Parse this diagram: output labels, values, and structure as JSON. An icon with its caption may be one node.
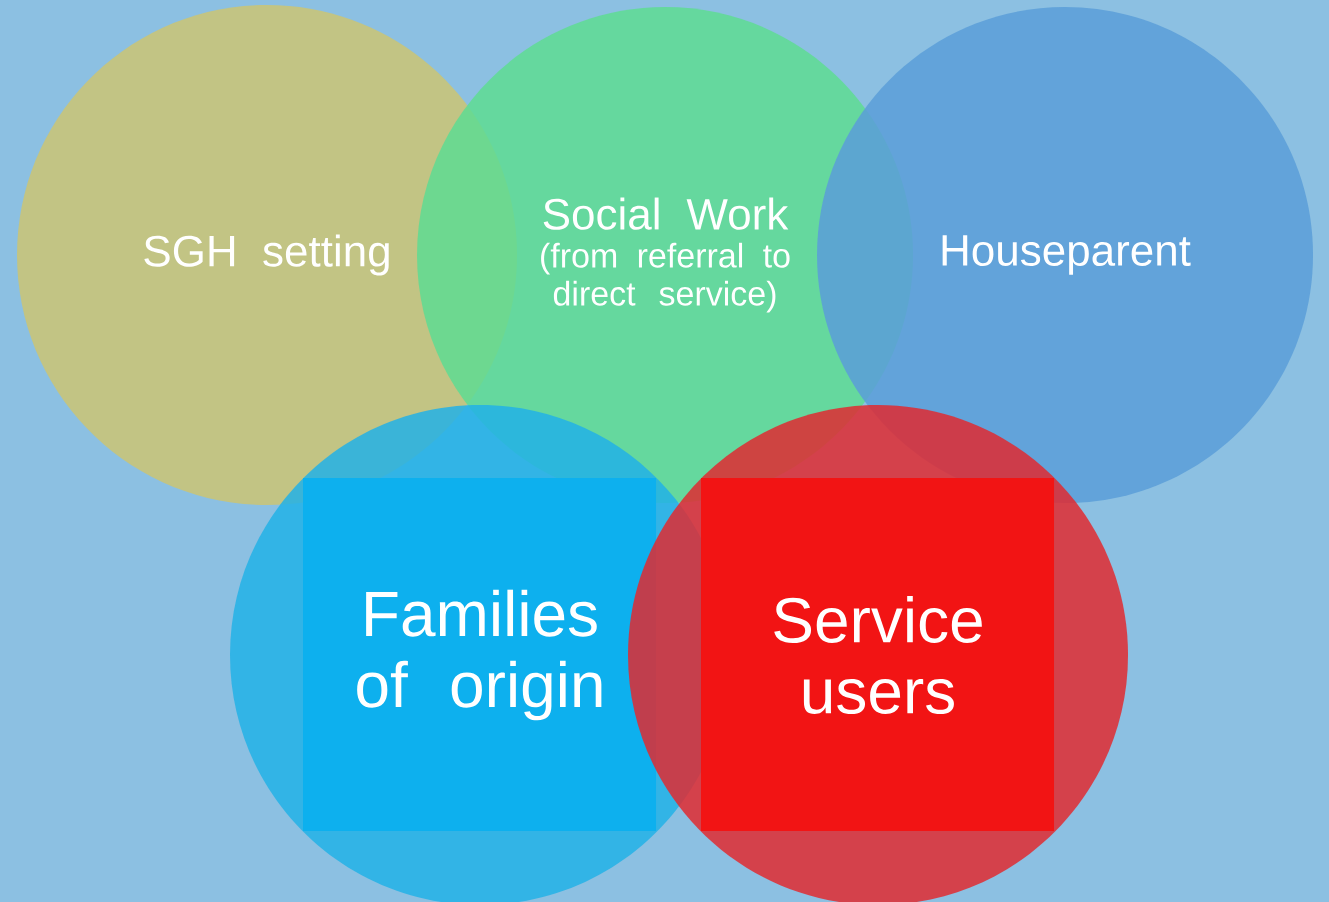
{
  "diagram": {
    "nodes": [
      {
        "text": [
          "SGH setting"
        ]
      },
      {
        "text": [
          "Social Work",
          "(from referral to direct service)"
        ]
      },
      {
        "text": [
          "Houseparent"
        ]
      },
      {
        "text": [
          "Families of origin"
        ]
      },
      {
        "text": [
          "Service users"
        ]
      }
    ]
  }
}
